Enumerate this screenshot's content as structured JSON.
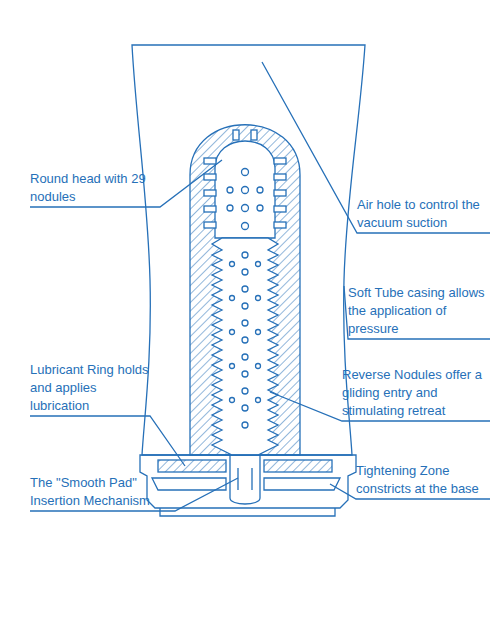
{
  "diagram": {
    "labels": [
      "Round head with 29 nodules",
      "Air hole to control the vacuum suction",
      "Soft Tube casing allows the application of pressure",
      "Lubricant Ring holds and applies lubrication",
      "Reverse Nodules offer a gliding entry and stimulating retreat",
      "The \"Smooth Pad\" Insertion Mechanism",
      "Tightening Zone constricts at the base"
    ]
  }
}
